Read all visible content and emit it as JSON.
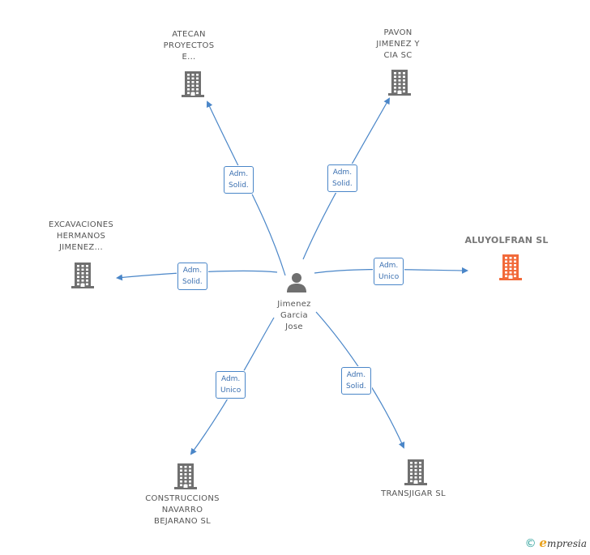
{
  "center": {
    "name": "Jimenez\nGarcia\nJose",
    "icon": "person-icon"
  },
  "companies": [
    {
      "id": "atecan",
      "name": "ATECAN\nPROYECTOS\nE...",
      "highlight": false,
      "role": "Adm.\nSolid."
    },
    {
      "id": "pavon",
      "name": "PAVON\nJIMENEZ Y\nCIA SC",
      "highlight": false,
      "role": "Adm.\nSolid."
    },
    {
      "id": "excavaciones",
      "name": "EXCAVACIONES\nHERMANOS\nJIMENEZ...",
      "highlight": false,
      "role": "Adm.\nSolid."
    },
    {
      "id": "aluyolfran",
      "name": "ALUYOLFRAN SL",
      "highlight": true,
      "role": "Adm.\nUnico"
    },
    {
      "id": "construccions",
      "name": "CONSTRUCCIONS\nNAVARRO\nBEJARANO SL",
      "highlight": false,
      "role": "Adm.\nUnico"
    },
    {
      "id": "transjigar",
      "name": "TRANSJIGAR SL",
      "highlight": false,
      "role": "Adm.\nSolid."
    }
  ],
  "colors": {
    "edge": "#4a86c8",
    "building": "#707070",
    "highlight": "#f26a3a"
  },
  "brand": {
    "copyright": "©",
    "e": "e",
    "rest": "mpresia"
  }
}
